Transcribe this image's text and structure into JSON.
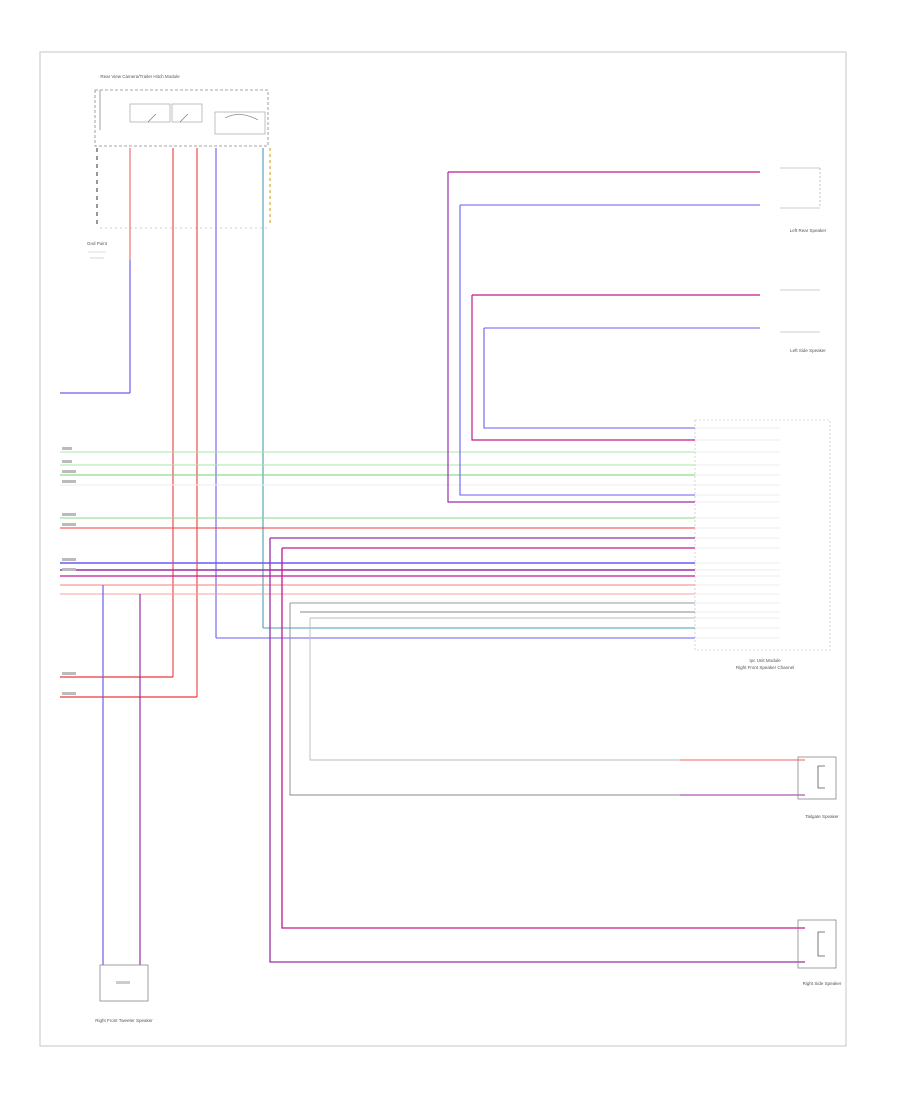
{
  "diagram": {
    "page_label": "",
    "audio_unit": {
      "name": "Rear View Camera/Trailer Hitch Module",
      "subname": "",
      "label_a": "",
      "label_b": ""
    },
    "rear_camera": {
      "name": "Right Front Tweeter Speaker"
    },
    "connector_block": {
      "name": "Ipc Unit Module",
      "subname": "Right Front Speaker Channel"
    },
    "speakers": [
      {
        "name": "Left Rear Speaker"
      },
      {
        "name": "Left Side Speaker"
      },
      {
        "name": "Tailgate Speaker"
      },
      {
        "name": "Right Side Speaker"
      }
    ],
    "left_ground_label": "Gnd Point"
  },
  "colors": {
    "blue": "#6a5cf0",
    "red": "#ee3b3b",
    "purple": "#9b2ea5",
    "magenta": "#c2188f",
    "green": "#6fd46f",
    "lightgreen": "#a8e6a8",
    "gray": "#555555",
    "frame": "#cccccc"
  }
}
